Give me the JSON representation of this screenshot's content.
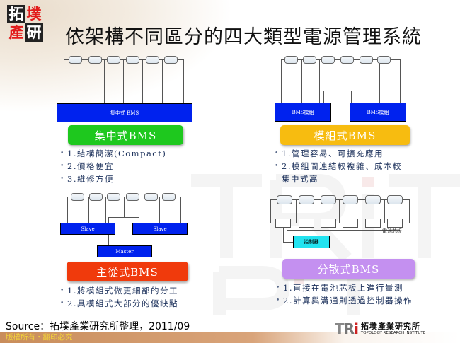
{
  "header": {
    "logo_chars": [
      "拓",
      "墣",
      "產",
      "研"
    ],
    "title": "依架構不同區分的四大類型電源管理系統"
  },
  "sections": [
    {
      "id": "centralized",
      "badge_label": "集中式BMS",
      "badge_color": "#1ec81e",
      "diagram": {
        "box_labels": [
          "集中式 BMS"
        ],
        "cell_count": 6
      },
      "bullets": [
        "1.結構簡潔(Compact)",
        "2.價格便宜",
        "3.維修方便"
      ]
    },
    {
      "id": "modular",
      "badge_label": "模組式BMS",
      "badge_color": "#f7bc10",
      "diagram": {
        "box_labels": [
          "BMS模組",
          "BMS模組"
        ],
        "cell_count": 6
      },
      "bullets": [
        "1.管理容易、可擴充應用",
        "2.模組間連結較複雜、成本較",
        "集中式高"
      ]
    },
    {
      "id": "master-slave",
      "badge_label": "主從式BMS",
      "badge_color": "#f03a0c",
      "diagram": {
        "box_labels": [
          "Slave",
          "Slave",
          "Master"
        ],
        "cell_count": 6
      },
      "bullets": [
        "1.將模組式做更細部的分工",
        "2.具模組式大部分的優缺點"
      ]
    },
    {
      "id": "distributed",
      "badge_label": "分散式BMS",
      "badge_color": "#c490f0",
      "diagram": {
        "box_labels": [
          "控制器"
        ],
        "board_label": "電池芯板",
        "cell_count": 6
      },
      "bullets": [
        "1.直接在電池芯板上進行量測",
        "2.計算與溝通則透過控制器操作"
      ]
    }
  ],
  "footer": {
    "source": "Source：拓墣產業研究所整理，2011/09",
    "copyright": "版權所有・翻印必究",
    "org_logo": {
      "tri": "TRi",
      "zh": "拓墣產業研究所",
      "en": "TOPOLOGY RESEARCH INSTITUTE"
    }
  }
}
